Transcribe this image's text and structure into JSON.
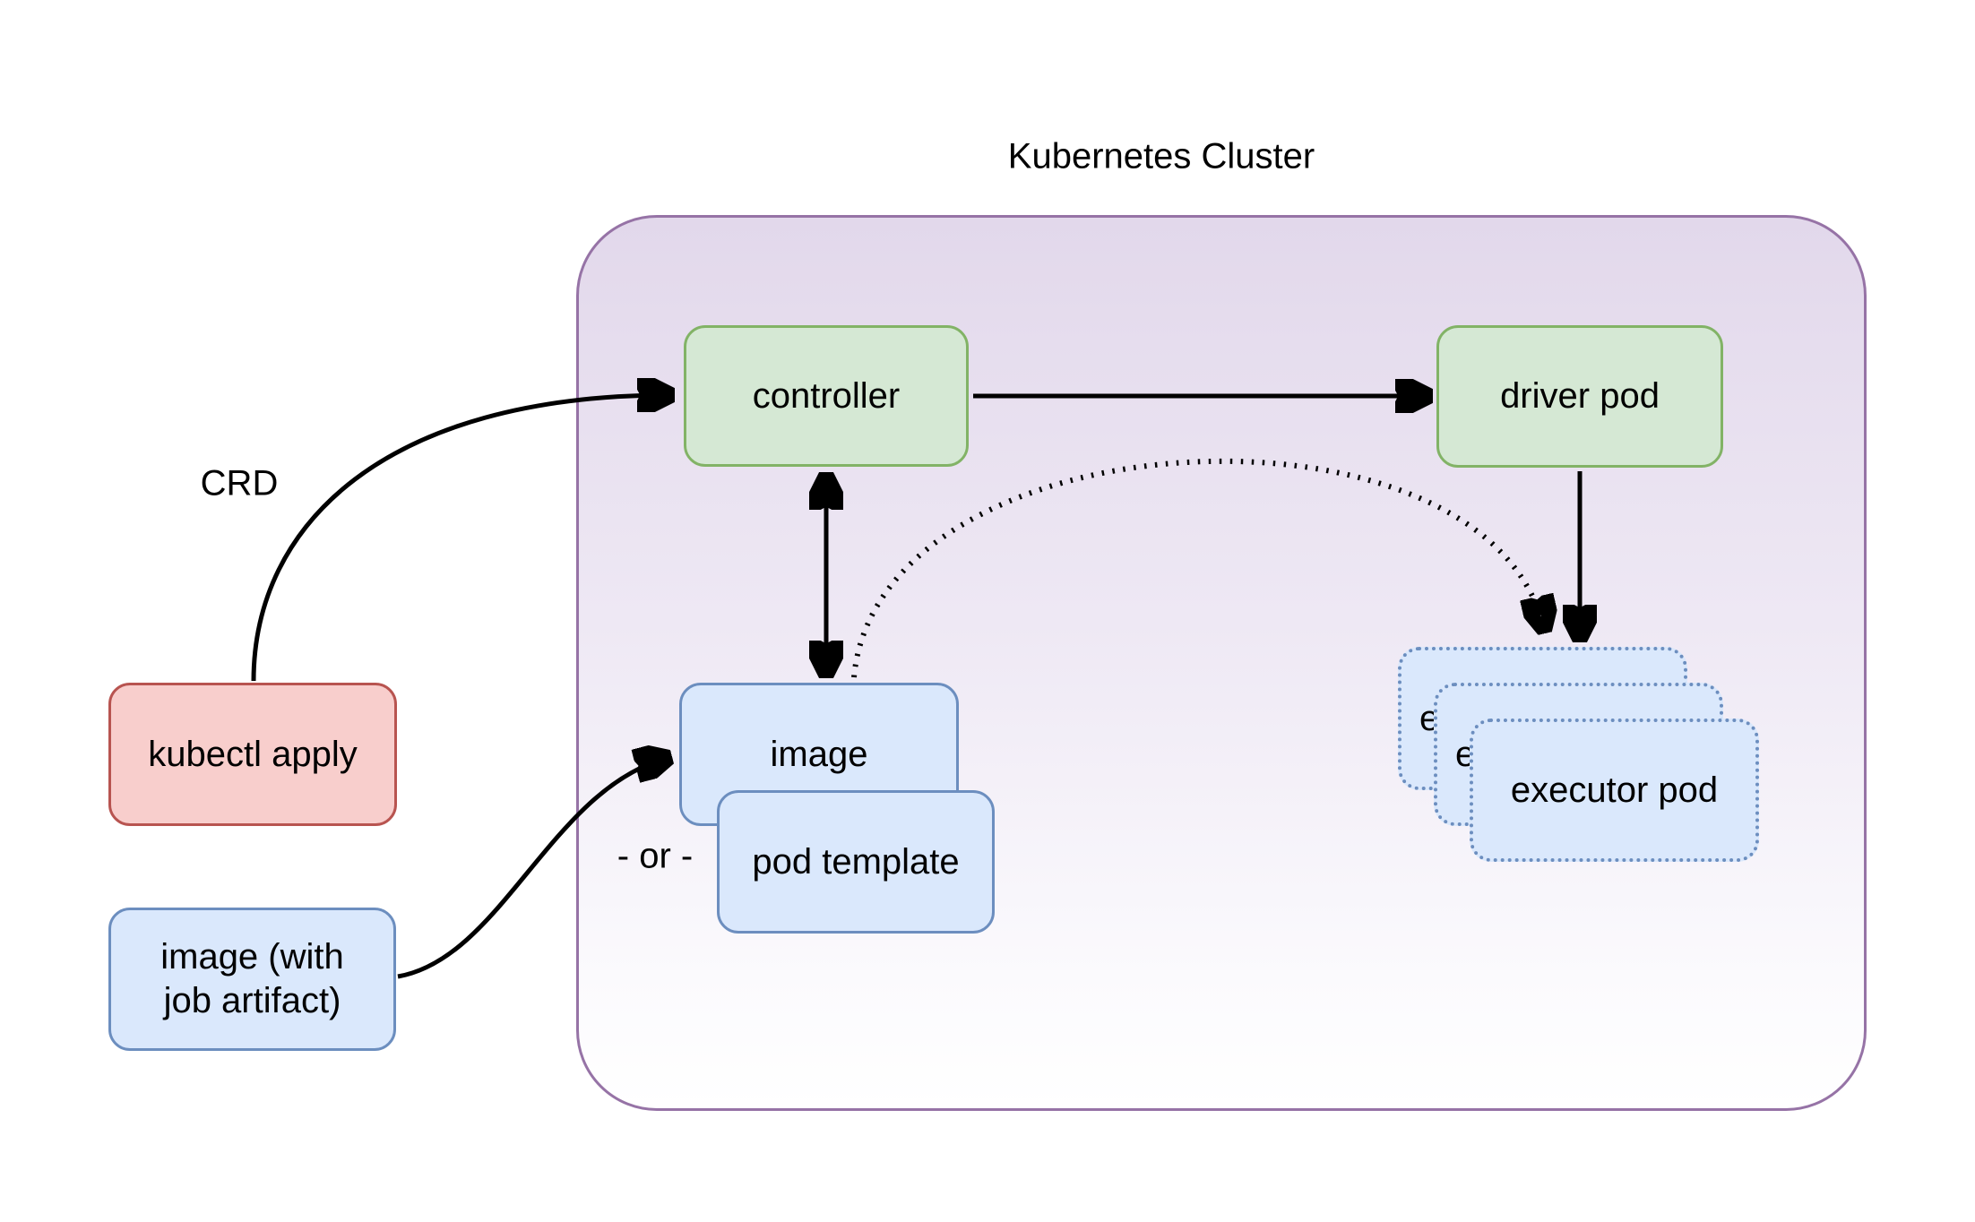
{
  "diagram": {
    "title": "Kubernetes Cluster",
    "nodes": {
      "kubectl_apply": "kubectl apply",
      "image_artifact": "image (with job artifact)",
      "controller": "controller",
      "driver_pod": "driver pod",
      "image": "image",
      "pod_template": "pod template",
      "executor_pod": "executor pod"
    },
    "edge_labels": {
      "crd": "CRD",
      "or": "- or -"
    },
    "colors": {
      "cluster_border": "#9673a6",
      "cluster_fill_top": "#e2d8eb",
      "cluster_fill_bottom": "#ffffff",
      "green_fill": "#d5e8d4",
      "green_border": "#82b366",
      "blue_fill": "#dae8fc",
      "blue_border": "#6c8ebf",
      "red_fill": "#f8cecc",
      "red_border": "#b85450",
      "arrow": "#000000"
    }
  }
}
